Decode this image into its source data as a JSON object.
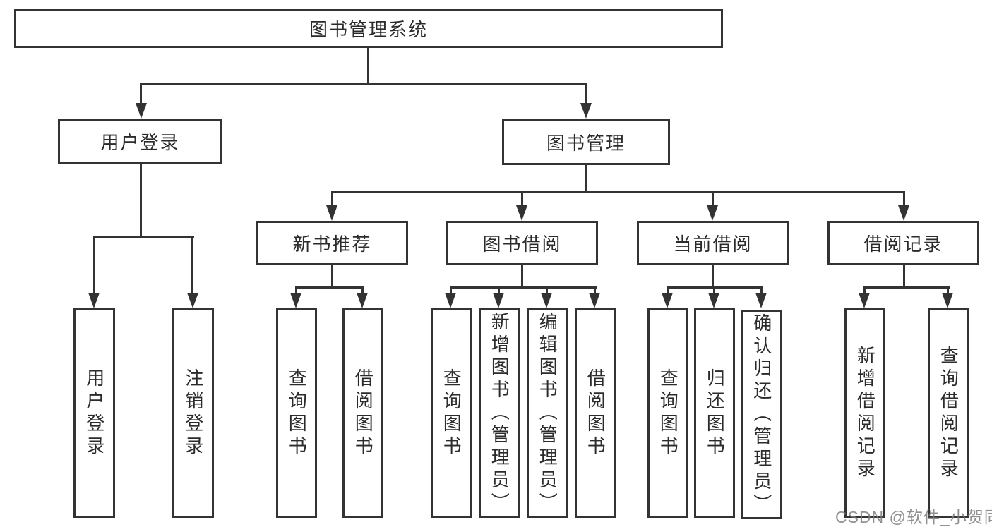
{
  "root": {
    "label": "图书管理系统"
  },
  "user_login": {
    "label": "用户登录",
    "children": [
      {
        "label": "用户登录"
      },
      {
        "label": "注销登录"
      }
    ]
  },
  "book_management": {
    "label": "图书管理",
    "sections": [
      {
        "label": "新书推荐",
        "children": [
          {
            "label": "查询图书"
          },
          {
            "label": "借阅图书"
          }
        ]
      },
      {
        "label": "图书借阅",
        "children": [
          {
            "label": "查询图书"
          },
          {
            "label": "新增图书（管理员）"
          },
          {
            "label": "编辑图书（管理员）"
          },
          {
            "label": "借阅图书"
          }
        ]
      },
      {
        "label": "当前借阅",
        "children": [
          {
            "label": "查询图书"
          },
          {
            "label": "归还图书"
          },
          {
            "label": "确认归还（管理员）"
          }
        ]
      },
      {
        "label": "借阅记录",
        "children": [
          {
            "label": "新增借阅记录"
          },
          {
            "label": "查询借阅记录"
          }
        ]
      }
    ]
  },
  "watermark": {
    "text": "CSDN @软件_小贺同学"
  },
  "colors": {
    "line": "#333333",
    "background": "#ffffff",
    "watermark": "#7d7d7d"
  }
}
